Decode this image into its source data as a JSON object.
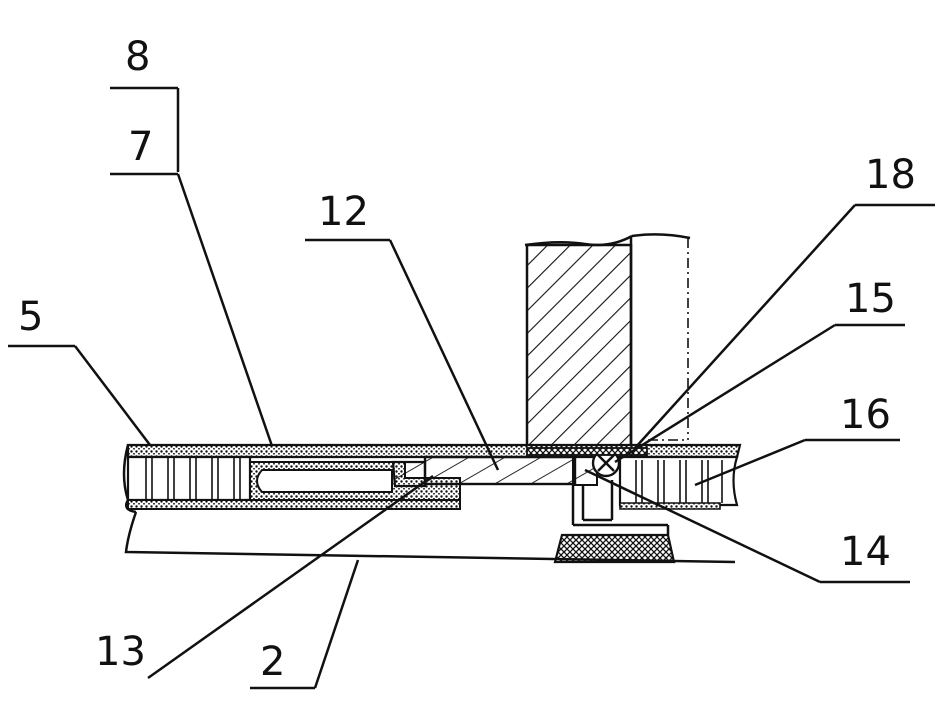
{
  "labels": {
    "l8": "8",
    "l7": "7",
    "l5": "5",
    "l12": "12",
    "l18": "18",
    "l15": "15",
    "l16": "16",
    "l14": "14",
    "l13": "13",
    "l2": "2"
  }
}
